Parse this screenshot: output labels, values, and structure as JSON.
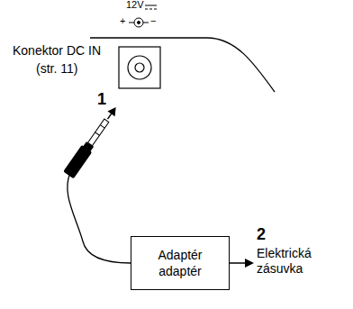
{
  "diagram": {
    "nodes": [
      {
        "text": [
          "Adaptér adaptér"
        ]
      }
    ],
    "labels": [
      "12V",
      "+",
      "−",
      "Konektor DC IN",
      "(str. 11)",
      "1",
      "2",
      "Elektrická zásuvka"
    ]
  }
}
